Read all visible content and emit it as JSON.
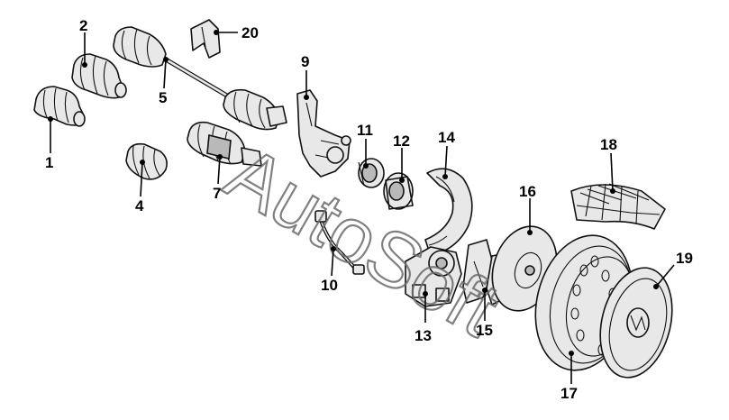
{
  "watermark": "AutoSoft",
  "callouts": [
    {
      "key": "p1",
      "label": "1"
    },
    {
      "key": "p2",
      "label": "2"
    },
    {
      "key": "p4",
      "label": "4"
    },
    {
      "key": "p5",
      "label": "5"
    },
    {
      "key": "p7",
      "label": "7"
    },
    {
      "key": "p9",
      "label": "9"
    },
    {
      "key": "p10",
      "label": "10"
    },
    {
      "key": "p11",
      "label": "11"
    },
    {
      "key": "p12",
      "label": "12"
    },
    {
      "key": "p13",
      "label": "13"
    },
    {
      "key": "p14",
      "label": "14"
    },
    {
      "key": "p15",
      "label": "15"
    },
    {
      "key": "p16",
      "label": "16"
    },
    {
      "key": "p17",
      "label": "17"
    },
    {
      "key": "p18",
      "label": "18"
    },
    {
      "key": "p19",
      "label": "19"
    },
    {
      "key": "p20",
      "label": "20"
    }
  ]
}
